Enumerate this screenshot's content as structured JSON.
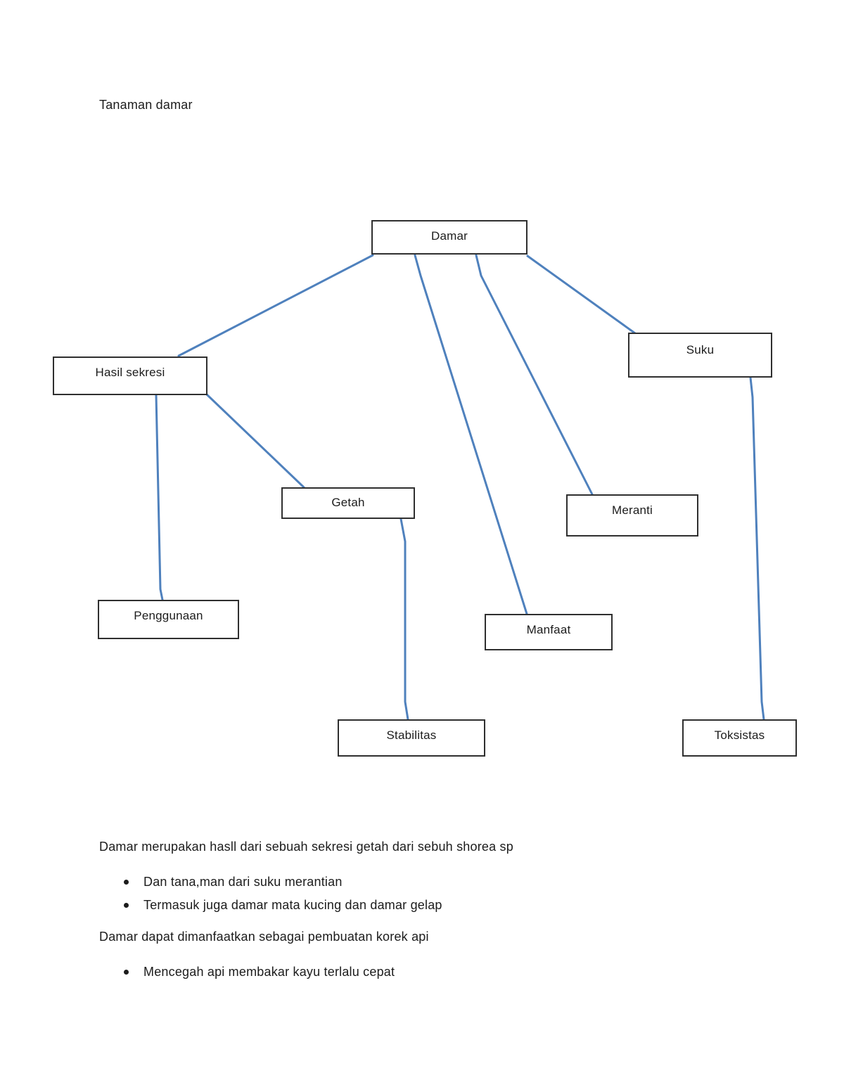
{
  "page": {
    "title": "Tanaman damar"
  },
  "colors": {
    "connector_blue": "#4f81bd",
    "box_border": "#2f2f2f",
    "text": "#1c1c1c",
    "background": "#ffffff"
  },
  "diagram": {
    "nodes": [
      {
        "id": "damar",
        "label": "Damar"
      },
      {
        "id": "hasil-sekresi",
        "label": "Hasil sekresi"
      },
      {
        "id": "suku",
        "label": "Suku"
      },
      {
        "id": "getah",
        "label": "Getah"
      },
      {
        "id": "meranti",
        "label": "Meranti"
      },
      {
        "id": "penggunaan",
        "label": "Penggunaan"
      },
      {
        "id": "manfaat",
        "label": "Manfaat"
      },
      {
        "id": "stabilitas",
        "label": "Stabilitas"
      },
      {
        "id": "toksistas",
        "label": "Toksistas"
      }
    ],
    "edges": [
      {
        "from": "damar",
        "to": "hasil-sekresi"
      },
      {
        "from": "damar",
        "to": "manfaat"
      },
      {
        "from": "damar",
        "to": "meranti"
      },
      {
        "from": "damar",
        "to": "suku"
      },
      {
        "from": "hasil-sekresi",
        "to": "penggunaan"
      },
      {
        "from": "hasil-sekresi",
        "to": "getah"
      },
      {
        "from": "getah",
        "to": "stabilitas"
      },
      {
        "from": "suku",
        "to": "toksistas"
      }
    ]
  },
  "body": {
    "paragraph1": "Damar merupakan hasll dari sebuah sekresi getah dari sebuh shorea sp",
    "bullets1": [
      "Dan tana,man dari suku merantian",
      "Termasuk juga damar mata kucing dan damar gelap"
    ],
    "paragraph2": "Damar dapat dimanfaatkan sebagai pembuatan korek api",
    "bullets2": [
      "Mencegah api membakar kayu terlalu cepat"
    ]
  }
}
